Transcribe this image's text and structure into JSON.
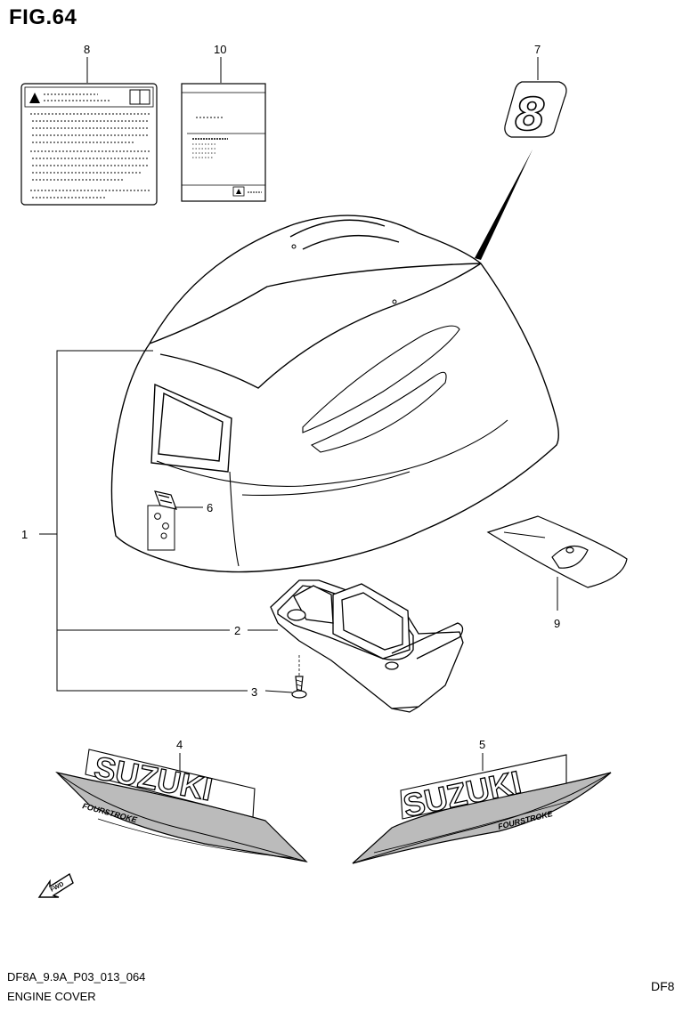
{
  "figure": {
    "title": "FIG.64"
  },
  "callouts": [
    "1",
    "2",
    "3",
    "4",
    "5",
    "6",
    "7",
    "8",
    "9",
    "10"
  ],
  "decals": {
    "brand_text": "SUZUKI",
    "sub_text": "FOURSTROKE",
    "number_decal": "8",
    "arrow_text": "FWD"
  },
  "footer": {
    "code": "DF8A_9.9A_P03_013_064",
    "title": "ENGINE COVER",
    "right_text": "DF8"
  },
  "colors": {
    "line": "#000000",
    "background": "#ffffff",
    "shading": "#bbbbbb"
  }
}
